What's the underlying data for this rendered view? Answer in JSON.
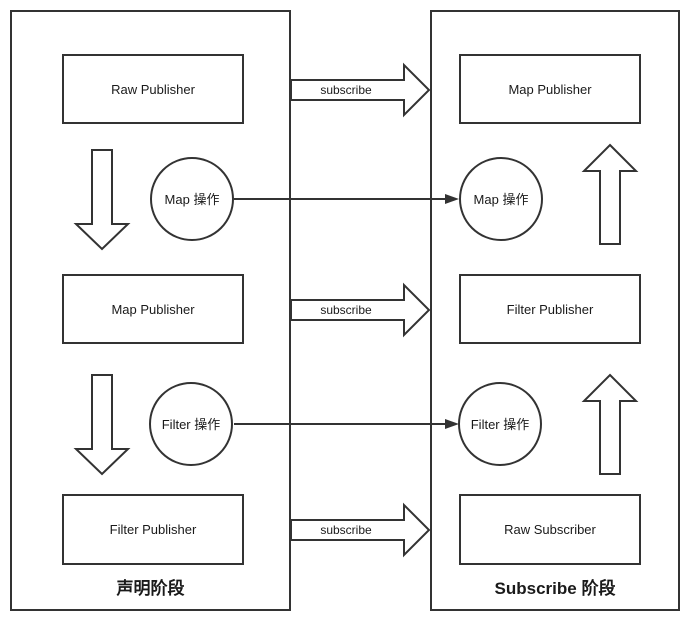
{
  "colors": {
    "stroke": "#333333",
    "text": "#1a1a1a",
    "background": "#ffffff"
  },
  "left_stage": {
    "title": "声明阶段",
    "boxes": [
      "Raw Publisher",
      "Map Publisher",
      "Filter Publisher"
    ],
    "circles": [
      "Map 操作",
      "Filter 操作"
    ]
  },
  "right_stage": {
    "title": "Subscribe 阶段",
    "boxes": [
      "Map Publisher",
      "Filter Publisher",
      "Raw Subscriber"
    ],
    "circles": [
      "Map 操作",
      "Filter 操作"
    ]
  },
  "connections": {
    "subscribe_arrows": [
      "subscribe",
      "subscribe",
      "subscribe"
    ]
  }
}
